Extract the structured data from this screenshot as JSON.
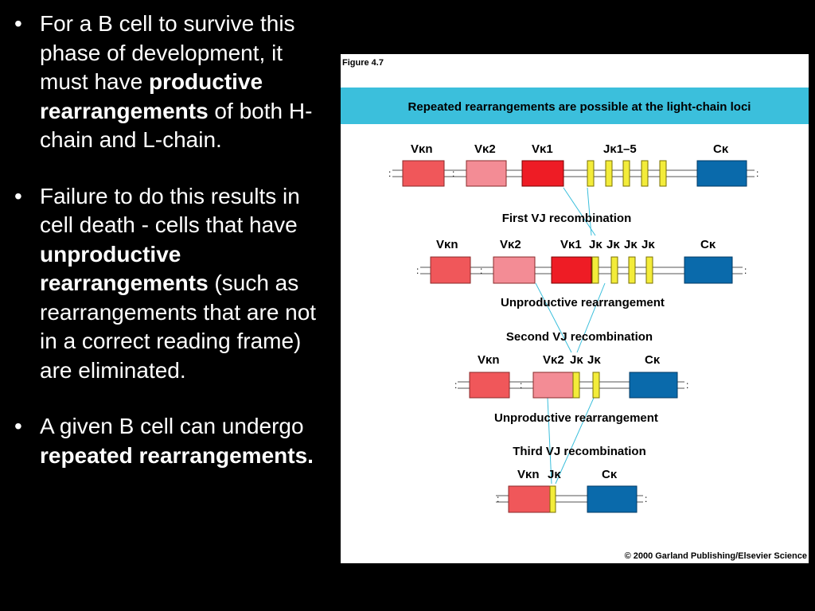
{
  "bullets": [
    {
      "parts": [
        {
          "text": "For a B cell to survive this phase of development, it must have ",
          "bold": false
        },
        {
          "text": "productive rearrangements",
          "bold": true
        },
        {
          "text": " of both H-chain and L-chain.",
          "bold": false
        }
      ]
    },
    {
      "parts": [
        {
          "text": "Failure to do this results in cell death  - cells that have ",
          "bold": false
        },
        {
          "text": "unproductive rearrangements",
          "bold": true
        },
        {
          "text": " (such as rearrangements that are not in a correct reading frame) are eliminated.",
          "bold": false
        }
      ]
    },
    {
      "parts": [
        {
          "text": "A given B cell can undergo ",
          "bold": false
        },
        {
          "text": "repeated rearrangements.",
          "bold": true
        }
      ]
    }
  ],
  "figure": {
    "label": "Figure 4.7",
    "banner": "Repeated rearrangements are possible at the light-chain loci",
    "copyright": "© 2000 Garland Publishing/Elsevier Science",
    "steps": {
      "first": "First VJ recombination",
      "unprod1": "Unproductive rearrangement",
      "second": "Second VJ recombination",
      "unprod2": "Unproductive rearrangement",
      "third": "Third VJ recombination"
    },
    "segments": {
      "vkn": "Vκn",
      "vk2": "Vκ2",
      "vk1": "Vκ1",
      "jk15": "Jκ1–5",
      "jk": "Jκ",
      "ck": "Cκ"
    },
    "colors": {
      "banner": "#3bbfdc",
      "vkn": "#f0575a",
      "vk2": "#f38c95",
      "vk1": "#ee1c25",
      "jk": "#f3ec3a",
      "ck": "#0a6aab",
      "connector": "#3bbfdc"
    }
  }
}
